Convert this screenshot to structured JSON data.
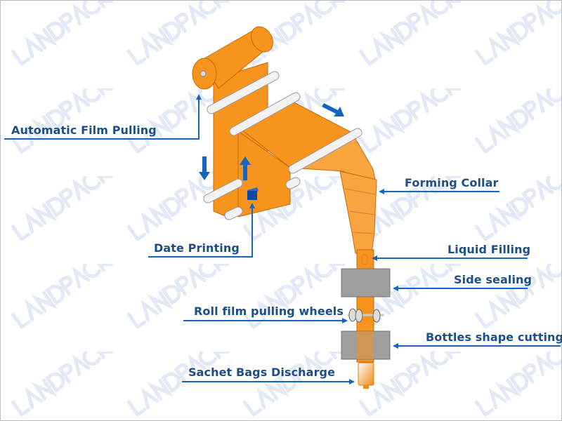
{
  "watermark": "LANDPACK",
  "colors": {
    "film": "#f7941d",
    "film_dark": "#e07c10",
    "roller": "#eeeeee",
    "arrow": "#1565c0",
    "label": "#1d4f86",
    "sealer": "#9e9e9e"
  },
  "labels": {
    "film_pulling": "Automatic Film Pulling",
    "date_printing": "Date Printing",
    "forming_collar": "Forming Collar",
    "liquid_filling": "Liquid Filling",
    "side_sealing": "Side sealing",
    "pulling_wheels": "Roll film pulling wheels",
    "shape_cutting": "Bottles shape cutting",
    "discharge": "Sachet Bags Discharge"
  }
}
